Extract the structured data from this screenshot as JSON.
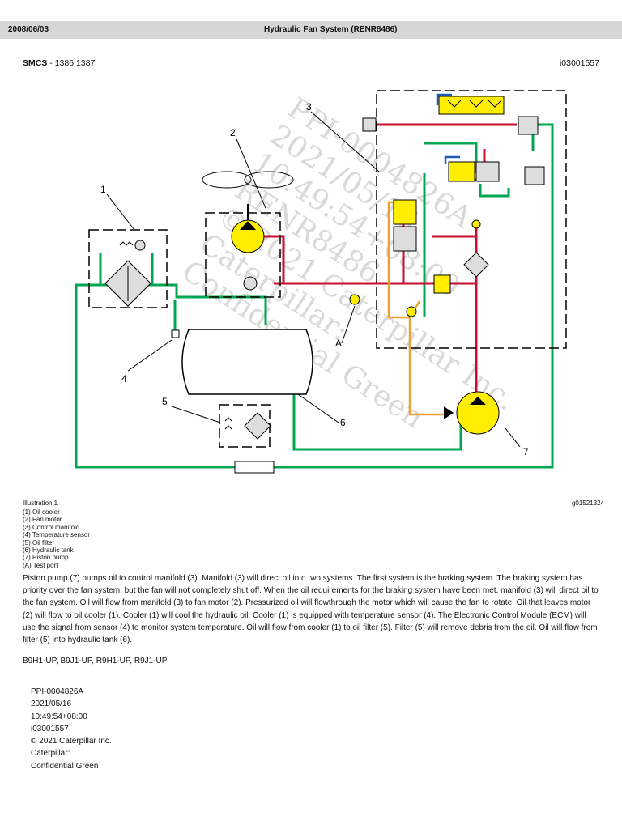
{
  "header": {
    "date": "2008/06/03",
    "title": "Hydraulic Fan System (RENR8486)"
  },
  "meta": {
    "smcs_label": "SMCS",
    "smcs_value": " - 1386,1387",
    "doc_id": "i03001557"
  },
  "diagram": {
    "callouts": [
      "1",
      "2",
      "3",
      "4",
      "5",
      "6",
      "7",
      "A"
    ],
    "watermark": [
      "PPI-0004826A",
      "2021/05/16",
      "10:49:54+08:00",
      "RENR8486",
      "© 2021 Caterpillar Inc.",
      "Caterpillar:",
      "Confidential Green"
    ],
    "colors": {
      "supply": "#c8102e",
      "return": "#00a651",
      "pilot": "#f0a030",
      "signal": "#1e5bb8",
      "component": "#ffee00"
    }
  },
  "illustration": {
    "title": "Illustration 1",
    "code": "g01521324",
    "legend": [
      "(1) Oil cooler",
      "(2) Fan motor",
      "(3) Control manifold",
      "(4) Temperature sensor",
      "(5) Oil filter",
      "(6) Hydraulic tank",
      "(7) Piston pump",
      "(A) Test port"
    ]
  },
  "body": {
    "paragraph": "Piston pump (7) pumps oil to control manifold (3). Manifold (3) will direct oil into two systems. The first system is the braking system. The braking system has priority over the fan system, but the fan will not completely shut off. When the oil requirements for the braking system have been met, manifold (3) will direct oil to the fan system. Oil will flow from manifold (3) to fan motor (2). Pressurized oil will flowthrough the motor which will cause the fan to rotate. Oil that leaves motor (2) will flow to oil cooler (1). Cooler (1) will cool the hydraulic oil. Cooler (1) is equipped with temperature sensor (4). The Electronic Control Module (ECM) will use the signal from sensor (4) to monitor system temperature. Oil will flow from cooler (1) to oil filter (5). Filter (5) will remove debris from the oil. Oil will flow from filter (5) into hydraulic tank (6).",
    "models": "B9H1-UP, B9J1-UP, R9H1-UP, R9J1-UP"
  },
  "footer": {
    "lines": [
      "PPI-0004826A",
      "2021/05/16",
      "10:49:54+08:00",
      "i03001557",
      "© 2021 Caterpillar Inc.",
      "Caterpillar:",
      "Confidential Green"
    ]
  }
}
